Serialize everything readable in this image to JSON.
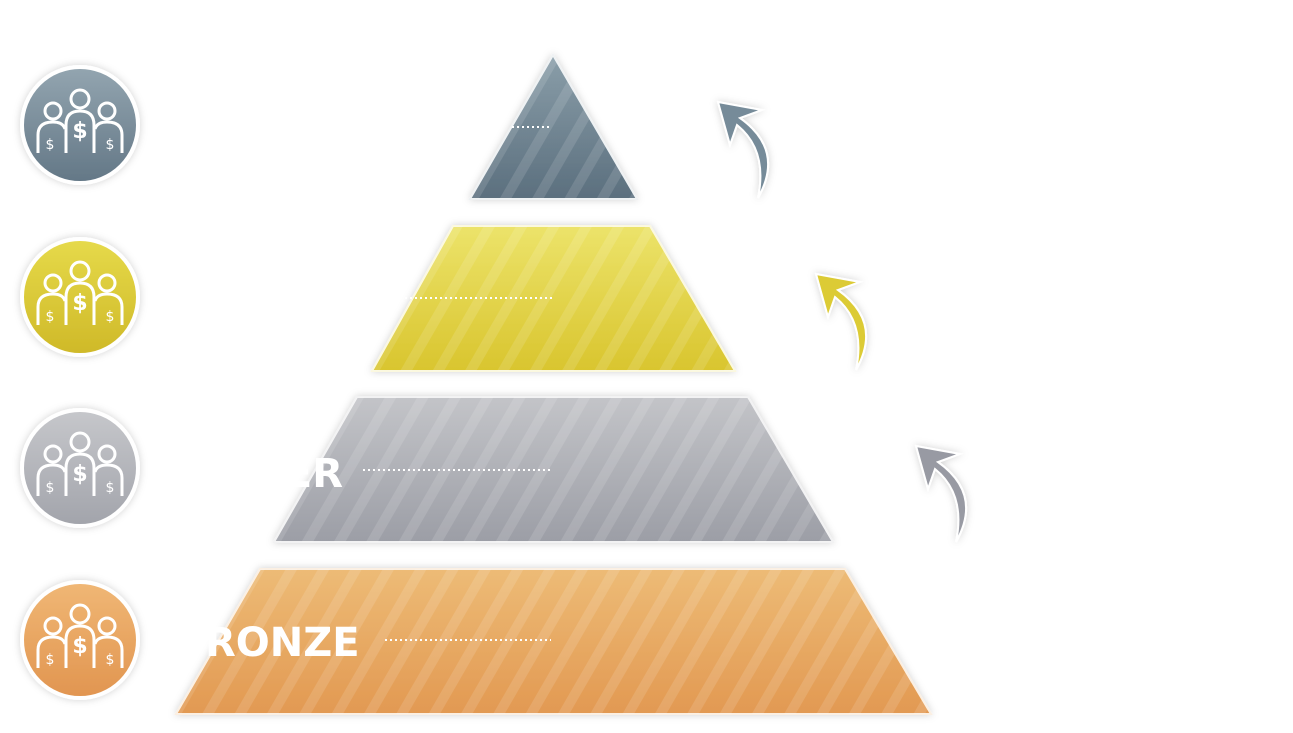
{
  "tiers": [
    {
      "id": "top",
      "label": "",
      "color_top": "#8a9ea9",
      "color_bottom": "#5b6f7e",
      "icon": "people-dollar-icon"
    },
    {
      "id": "yellow",
      "label": "",
      "color_top": "#ece36a",
      "color_bottom": "#d9c52e",
      "icon": "people-dollar-icon"
    },
    {
      "id": "silver",
      "label": "ER",
      "color_top": "#c3c4c8",
      "color_bottom": "#9c9ea6",
      "icon": "people-dollar-icon"
    },
    {
      "id": "bronze",
      "label": "RONZE",
      "color_top": "#edbb76",
      "color_bottom": "#e29952",
      "icon": "people-dollar-icon"
    }
  ],
  "arrows": [
    {
      "icon": "curved-arrow-up-icon",
      "color": "#768b99"
    },
    {
      "icon": "curved-arrow-up-icon",
      "color": "#dccb35"
    },
    {
      "icon": "curved-arrow-up-icon",
      "color": "#989aa3"
    }
  ],
  "badge_colors": [
    "#7d909c",
    "#dccb35",
    "#b3b4b9",
    "#e9a35e"
  ]
}
